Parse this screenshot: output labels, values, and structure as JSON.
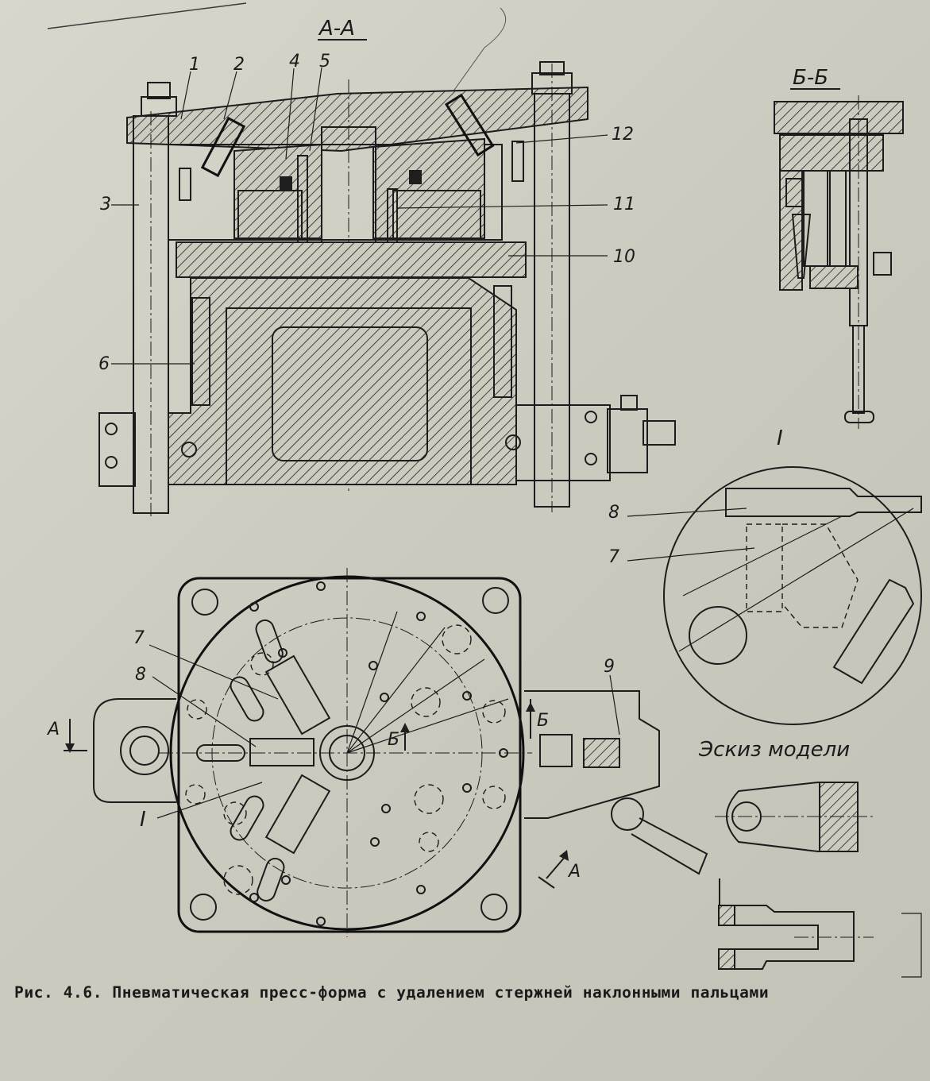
{
  "section_labels": {
    "section_aa": "А-А",
    "section_bb": "Б-Б",
    "detail_i": "I"
  },
  "callouts": {
    "c1": "1",
    "c2": "2",
    "c3": "3",
    "c4": "4",
    "c5": "5",
    "c6": "6",
    "c7_top": "7",
    "c8_top": "8",
    "c7_plan": "7",
    "c8_plan": "8",
    "c9": "9",
    "c10": "10",
    "c11": "11",
    "c12": "12",
    "i_plan": "I"
  },
  "section_markers": {
    "a_left": "А",
    "a_bottom": "А",
    "b_left": "Б",
    "b_right": "Б"
  },
  "sketch_title": "Эскиз модели",
  "caption": "Рис. 4.6. Пневматическая пресс-форма с удалением стержней наклонными пальцами"
}
